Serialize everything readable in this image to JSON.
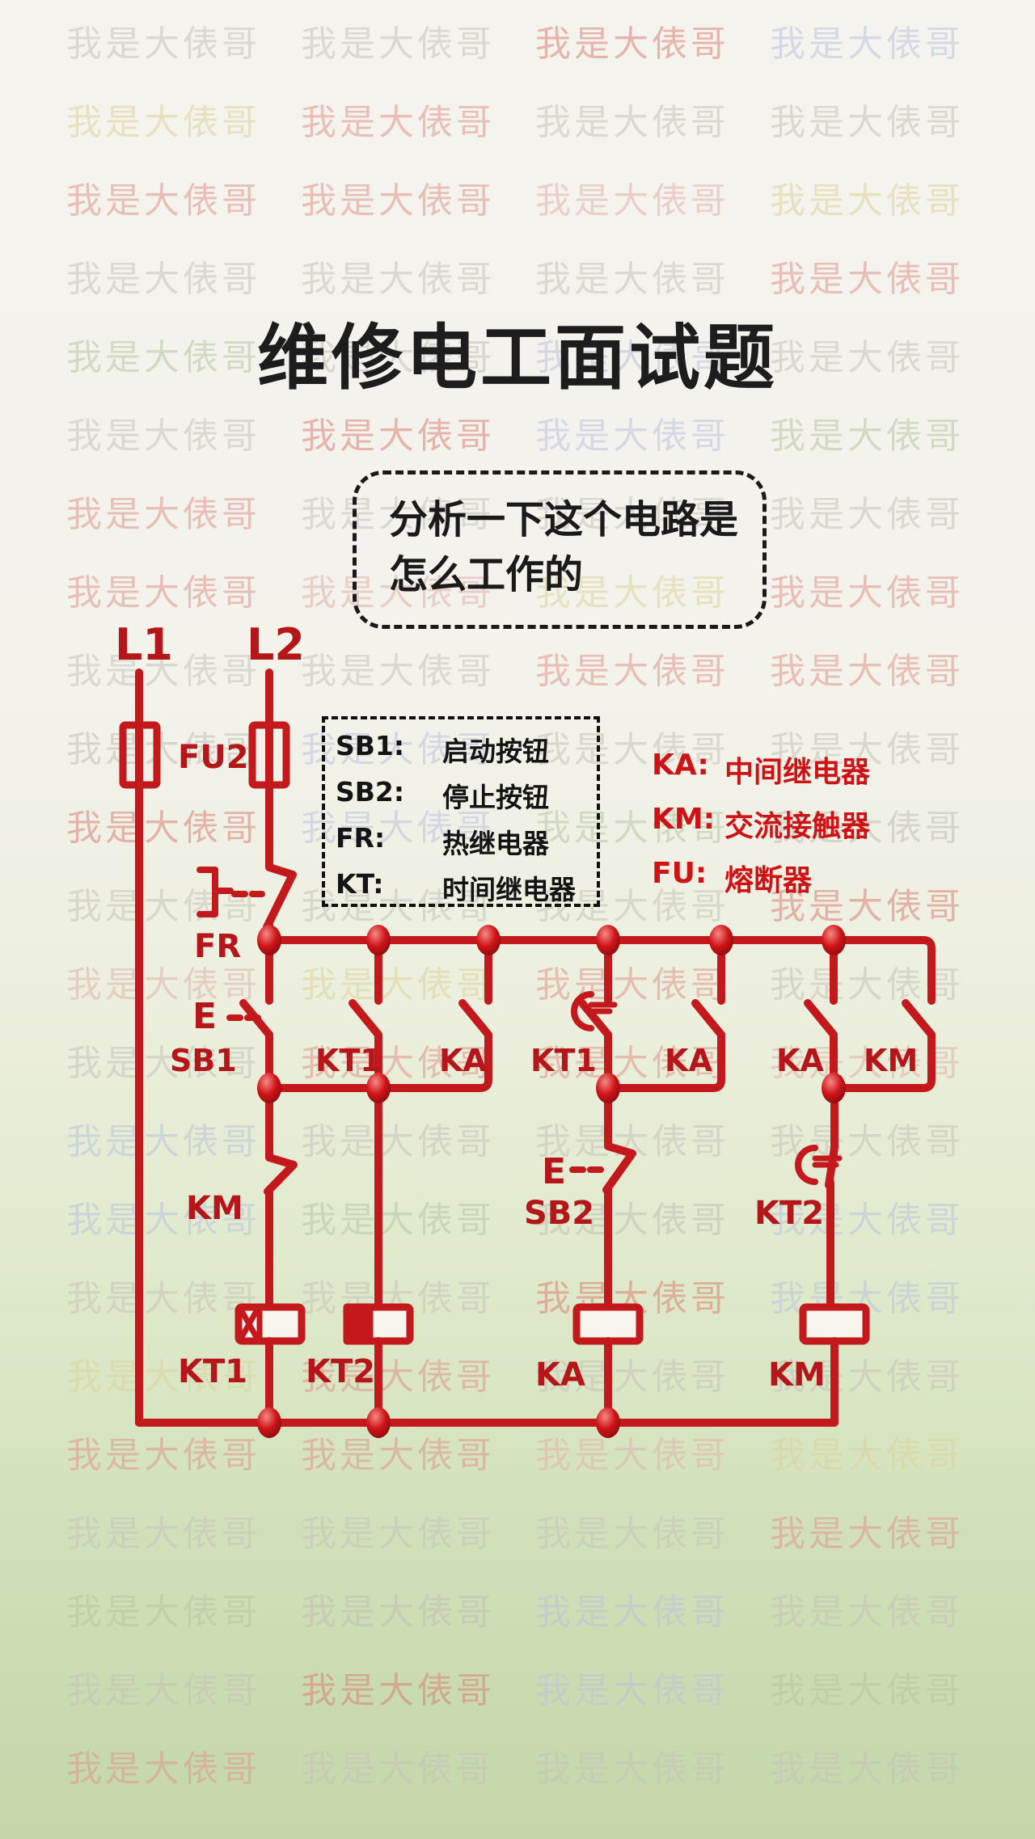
{
  "title": "维修电工面试题",
  "question": {
    "line1": "分析一下这个电路是",
    "line2": "怎么工作的"
  },
  "legend_black": {
    "items": [
      {
        "term": "SB1:",
        "desc": "启动按钮"
      },
      {
        "term": "SB2:",
        "desc": "停止按钮"
      },
      {
        "term": "FR:",
        "desc": "热继电器"
      },
      {
        "term": "KT:",
        "desc": "时间继电器"
      }
    ]
  },
  "legend_red": {
    "items": [
      {
        "term": "KA:",
        "desc": "中间继电器"
      },
      {
        "term": "KM:",
        "desc": "交流接触器"
      },
      {
        "term": "FU:",
        "desc": "熔断器"
      }
    ]
  },
  "circuit": {
    "wire_color": "#c3181c",
    "label_color": "#b4161a",
    "labels": {
      "l1": "L1",
      "l2": "L2",
      "fu2": "FU2",
      "fr": "FR",
      "sb1": "SB1",
      "kt1_a": "KT1",
      "ka_a": "KA",
      "kt1_b": "KT1",
      "ka_b": "KA",
      "ka_c": "KA",
      "km_a": "KM",
      "km_b": "KM",
      "sb2": "SB2",
      "kt2_a": "KT2",
      "kt1_coil": "KT1",
      "kt2_coil": "KT2",
      "ka_coil": "KA",
      "km_coil": "KM",
      "sb1_e": "E",
      "sb2_e": "E"
    }
  },
  "watermark": {
    "text": "我是大俵哥",
    "colors": [
      "#c6c3ba",
      "#e0968c",
      "#bcc3de",
      "#c6c3ba",
      "#e2b2ab",
      "#c6c3ba",
      "#db8176",
      "#dcd49b",
      "#c6c3ba",
      "#bcc3de",
      "#e0968c",
      "#c6c3ba",
      "#b7c8a2",
      "#c6c3ba",
      "#e0968c",
      "#c2bfb6"
    ],
    "rows": 23,
    "cols": 4
  }
}
